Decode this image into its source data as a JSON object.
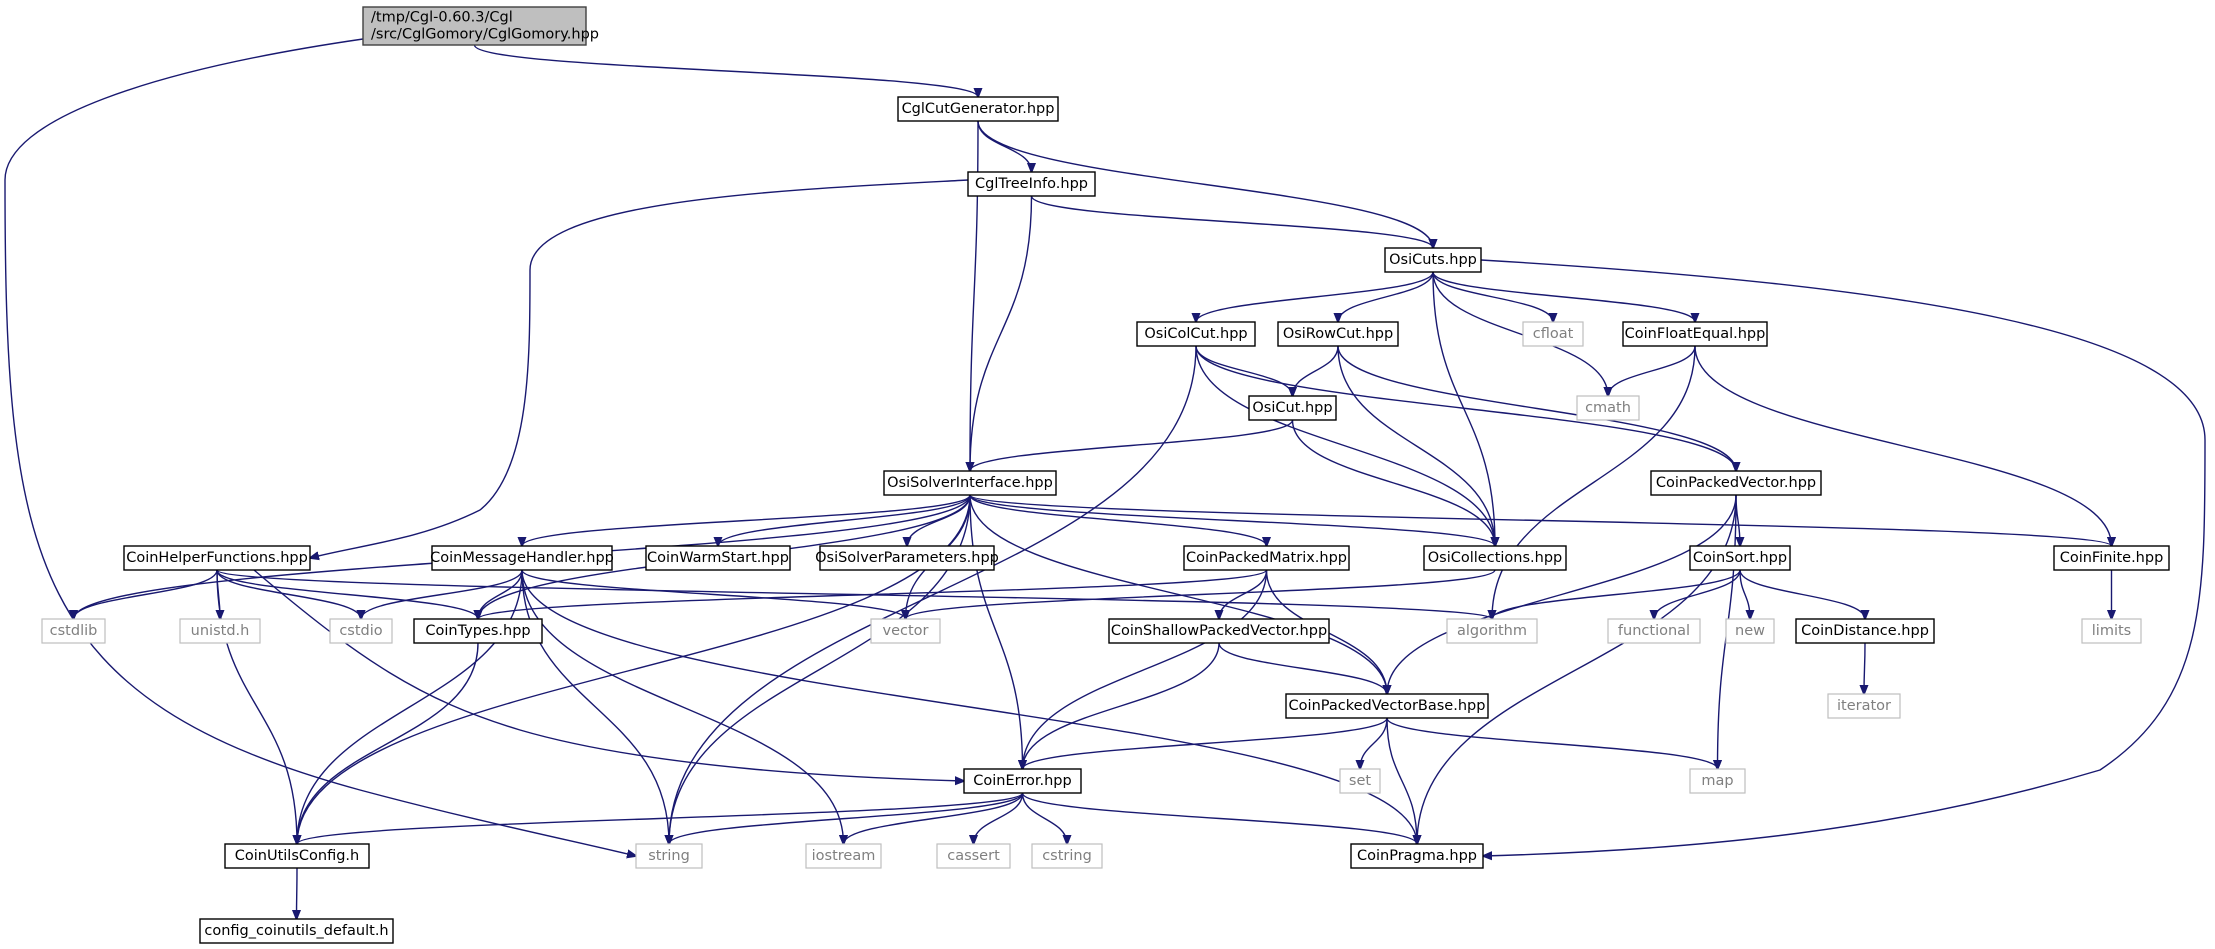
{
  "nodes": [
    {
      "id": "root",
      "kind": "root",
      "lines": [
        "/tmp/Cgl-0.60.3/Cgl",
        "/src/CglGomory/CglGomory.hpp"
      ]
    },
    {
      "id": "cglcutgenerator",
      "kind": "file",
      "lines": [
        "CglCutGenerator.hpp"
      ]
    },
    {
      "id": "cgltreeinfo",
      "kind": "file",
      "lines": [
        "CglTreeInfo.hpp"
      ]
    },
    {
      "id": "osicuts",
      "kind": "file",
      "lines": [
        "OsiCuts.hpp"
      ]
    },
    {
      "id": "osicolcut",
      "kind": "file",
      "lines": [
        "OsiColCut.hpp"
      ]
    },
    {
      "id": "osirowcut",
      "kind": "file",
      "lines": [
        "OsiRowCut.hpp"
      ]
    },
    {
      "id": "cfloat",
      "kind": "sys",
      "lines": [
        "cfloat"
      ]
    },
    {
      "id": "coinfloatequal",
      "kind": "file",
      "lines": [
        "CoinFloatEqual.hpp"
      ]
    },
    {
      "id": "osicut",
      "kind": "file",
      "lines": [
        "OsiCut.hpp"
      ]
    },
    {
      "id": "cmath",
      "kind": "sys",
      "lines": [
        "cmath"
      ]
    },
    {
      "id": "osisolverinterface",
      "kind": "file",
      "lines": [
        "OsiSolverInterface.hpp"
      ]
    },
    {
      "id": "coinpackedvector",
      "kind": "file",
      "lines": [
        "CoinPackedVector.hpp"
      ]
    },
    {
      "id": "coinhelperfunctions",
      "kind": "file",
      "lines": [
        "CoinHelperFunctions.hpp"
      ]
    },
    {
      "id": "coinmessagehandler",
      "kind": "file",
      "lines": [
        "CoinMessageHandler.hpp"
      ]
    },
    {
      "id": "coinwarmstart",
      "kind": "file",
      "lines": [
        "CoinWarmStart.hpp"
      ]
    },
    {
      "id": "osisolverparameters",
      "kind": "file",
      "lines": [
        "OsiSolverParameters.hpp"
      ]
    },
    {
      "id": "coinpackedmatrix",
      "kind": "file",
      "lines": [
        "CoinPackedMatrix.hpp"
      ]
    },
    {
      "id": "osicollections",
      "kind": "file",
      "lines": [
        "OsiCollections.hpp"
      ]
    },
    {
      "id": "coinsort",
      "kind": "file",
      "lines": [
        "CoinSort.hpp"
      ]
    },
    {
      "id": "coinfinite",
      "kind": "file",
      "lines": [
        "CoinFinite.hpp"
      ]
    },
    {
      "id": "cstdlib",
      "kind": "sys",
      "lines": [
        "cstdlib"
      ]
    },
    {
      "id": "unistd",
      "kind": "sys",
      "lines": [
        "unistd.h"
      ]
    },
    {
      "id": "cstdio",
      "kind": "sys",
      "lines": [
        "cstdio"
      ]
    },
    {
      "id": "cointypes",
      "kind": "file",
      "lines": [
        "CoinTypes.hpp"
      ]
    },
    {
      "id": "vector",
      "kind": "sys",
      "lines": [
        "vector"
      ]
    },
    {
      "id": "algorithm",
      "kind": "sys",
      "lines": [
        "algorithm"
      ]
    },
    {
      "id": "functional",
      "kind": "sys",
      "lines": [
        "functional"
      ]
    },
    {
      "id": "new",
      "kind": "sys",
      "lines": [
        "new"
      ]
    },
    {
      "id": "coindistance",
      "kind": "file",
      "lines": [
        "CoinDistance.hpp"
      ]
    },
    {
      "id": "limits",
      "kind": "sys",
      "lines": [
        "limits"
      ]
    },
    {
      "id": "coinshallowpackedvector",
      "kind": "file",
      "lines": [
        "CoinShallowPackedVector.hpp"
      ]
    },
    {
      "id": "coinpackedvectorbase",
      "kind": "file",
      "lines": [
        "CoinPackedVectorBase.hpp"
      ]
    },
    {
      "id": "iterator",
      "kind": "sys",
      "lines": [
        "iterator"
      ]
    },
    {
      "id": "set",
      "kind": "sys",
      "lines": [
        "set"
      ]
    },
    {
      "id": "map",
      "kind": "sys",
      "lines": [
        "map"
      ]
    },
    {
      "id": "coinerror",
      "kind": "file",
      "lines": [
        "CoinError.hpp"
      ]
    },
    {
      "id": "coinutilsconfig",
      "kind": "file",
      "lines": [
        "CoinUtilsConfig.h"
      ]
    },
    {
      "id": "string",
      "kind": "sys",
      "lines": [
        "string"
      ]
    },
    {
      "id": "iostream",
      "kind": "sys",
      "lines": [
        "iostream"
      ]
    },
    {
      "id": "cassert",
      "kind": "sys",
      "lines": [
        "cassert"
      ]
    },
    {
      "id": "cstring",
      "kind": "sys",
      "lines": [
        "cstring"
      ]
    },
    {
      "id": "coinpragma",
      "kind": "file",
      "lines": [
        "CoinPragma.hpp"
      ]
    },
    {
      "id": "configcoinutils",
      "kind": "file",
      "lines": [
        "config_coinutils_default.h"
      ]
    }
  ],
  "edges": [
    [
      "root",
      "cglcutgenerator"
    ],
    [
      "root",
      "string"
    ],
    [
      "cglcutgenerator",
      "cgltreeinfo"
    ],
    [
      "cglcutgenerator",
      "osicuts"
    ],
    [
      "cglcutgenerator",
      "osisolverinterface"
    ],
    [
      "cgltreeinfo",
      "osicuts"
    ],
    [
      "cgltreeinfo",
      "osisolverinterface"
    ],
    [
      "cgltreeinfo",
      "coinhelperfunctions"
    ],
    [
      "osicuts",
      "osicolcut"
    ],
    [
      "osicuts",
      "osirowcut"
    ],
    [
      "osicuts",
      "cfloat"
    ],
    [
      "osicuts",
      "coinfloatequal"
    ],
    [
      "osicuts",
      "cmath"
    ],
    [
      "osicuts",
      "osicollections"
    ],
    [
      "osicuts",
      "coinpragma"
    ],
    [
      "osicolcut",
      "osicut"
    ],
    [
      "osicolcut",
      "coinpackedvector"
    ],
    [
      "osicolcut",
      "osicollections"
    ],
    [
      "osicolcut",
      "string"
    ],
    [
      "osirowcut",
      "osicut"
    ],
    [
      "osirowcut",
      "coinpackedvector"
    ],
    [
      "osirowcut",
      "osicollections"
    ],
    [
      "coinfloatequal",
      "cmath"
    ],
    [
      "coinfloatequal",
      "algorithm"
    ],
    [
      "coinfloatequal",
      "coinfinite"
    ],
    [
      "osicut",
      "osisolverinterface"
    ],
    [
      "osicut",
      "osicollections"
    ],
    [
      "osisolverinterface",
      "cstdlib"
    ],
    [
      "osisolverinterface",
      "string"
    ],
    [
      "osisolverinterface",
      "vector"
    ],
    [
      "osisolverinterface",
      "coinmessagehandler"
    ],
    [
      "osisolverinterface",
      "coinwarmstart"
    ],
    [
      "osisolverinterface",
      "osisolverparameters"
    ],
    [
      "osisolverinterface",
      "coinpackedmatrix"
    ],
    [
      "osisolverinterface",
      "osicollections"
    ],
    [
      "osisolverinterface",
      "coinfinite"
    ],
    [
      "osisolverinterface",
      "cointypes"
    ],
    [
      "osisolverinterface",
      "coinutilsconfig"
    ],
    [
      "osisolverinterface",
      "coinerror"
    ],
    [
      "osisolverinterface",
      "coinpackedvectorbase"
    ],
    [
      "coinpackedvector",
      "coinsort"
    ],
    [
      "coinpackedvector",
      "coinpackedvectorbase"
    ],
    [
      "coinpackedvector",
      "map"
    ],
    [
      "coinpackedvector",
      "coinpragma"
    ],
    [
      "coinhelperfunctions",
      "cstdlib"
    ],
    [
      "coinhelperfunctions",
      "unistd"
    ],
    [
      "coinhelperfunctions",
      "cstdio"
    ],
    [
      "coinhelperfunctions",
      "cointypes"
    ],
    [
      "coinhelperfunctions",
      "algorithm"
    ],
    [
      "coinhelperfunctions",
      "coinerror"
    ],
    [
      "coinhelperfunctions",
      "coinutilsconfig"
    ],
    [
      "coinmessagehandler",
      "cstdio"
    ],
    [
      "coinmessagehandler",
      "cointypes"
    ],
    [
      "coinmessagehandler",
      "vector"
    ],
    [
      "coinmessagehandler",
      "string"
    ],
    [
      "coinmessagehandler",
      "iostream"
    ],
    [
      "coinmessagehandler",
      "coinpragma"
    ],
    [
      "coinmessagehandler",
      "coinutilsconfig"
    ],
    [
      "coinpackedmatrix",
      "cointypes"
    ],
    [
      "coinpackedmatrix",
      "coinshallowpackedvector"
    ],
    [
      "coinpackedmatrix",
      "coinpackedvectorbase"
    ],
    [
      "coinpackedmatrix",
      "coinerror"
    ],
    [
      "osicollections",
      "vector"
    ],
    [
      "coinsort",
      "functional"
    ],
    [
      "coinsort",
      "new"
    ],
    [
      "coinsort",
      "coindistance"
    ],
    [
      "coinsort",
      "algorithm"
    ],
    [
      "coinfinite",
      "limits"
    ],
    [
      "cointypes",
      "coinutilsconfig"
    ],
    [
      "coindistance",
      "iterator"
    ],
    [
      "coinshallowpackedvector",
      "coinpackedvectorbase"
    ],
    [
      "coinshallowpackedvector",
      "coinerror"
    ],
    [
      "coinpackedvectorbase",
      "set"
    ],
    [
      "coinpackedvectorbase",
      "map"
    ],
    [
      "coinpackedvectorbase",
      "coinerror"
    ],
    [
      "coinpackedvectorbase",
      "coinpragma"
    ],
    [
      "coinerror",
      "string"
    ],
    [
      "coinerror",
      "iostream"
    ],
    [
      "coinerror",
      "cassert"
    ],
    [
      "coinerror",
      "cstring"
    ],
    [
      "coinerror",
      "coinutilsconfig"
    ],
    [
      "coinerror",
      "coinpragma"
    ],
    [
      "coinutilsconfig",
      "configcoinutils"
    ]
  ]
}
